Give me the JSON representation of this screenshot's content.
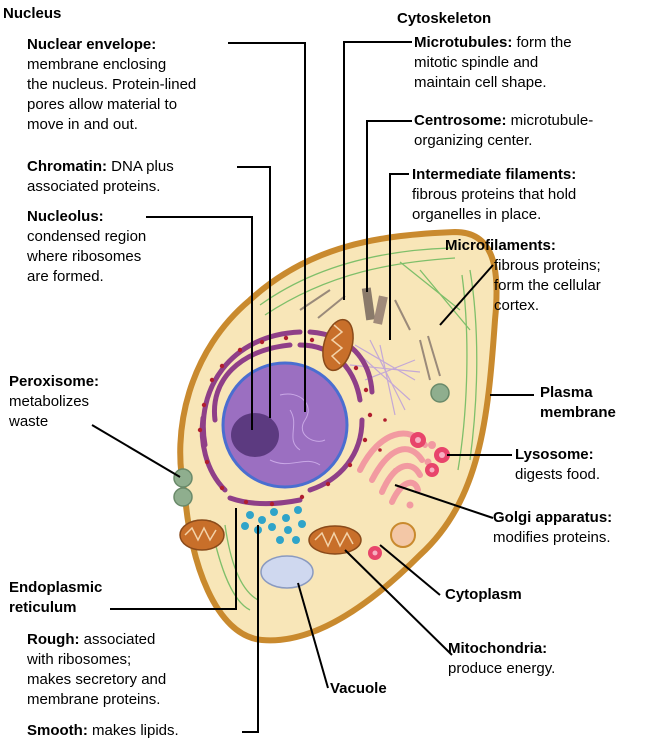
{
  "labels": {
    "nucleus": "Nucleus",
    "nuclear_envelope_term": "Nuclear envelope:",
    "nuclear_envelope_desc_1": "membrane enclosing",
    "nuclear_envelope_desc_2": "the nucleus. Protein-lined",
    "nuclear_envelope_desc_3": "pores allow material to",
    "nuclear_envelope_desc_4": "move in and out.",
    "chromatin_term": "Chromatin:",
    "chromatin_desc_1": " DNA plus",
    "chromatin_desc_2": "associated proteins.",
    "nucleolus_term": "Nucleolus:",
    "nucleolus_desc_1": "condensed region",
    "nucleolus_desc_2": "where ribosomes",
    "nucleolus_desc_3": "are formed.",
    "peroxisome_term": "Peroxisome:",
    "peroxisome_desc_1": "metabolizes",
    "peroxisome_desc_2": "waste",
    "er_term_1": "Endoplasmic",
    "er_term_2": "reticulum",
    "rough_term": "Rough:",
    "rough_desc_1": " associated",
    "rough_desc_2": "with ribosomes;",
    "rough_desc_3": "makes secretory and",
    "rough_desc_4": "membrane proteins.",
    "smooth_term": "Smooth:",
    "smooth_desc": " makes lipids.",
    "vacuole": "Vacuole",
    "cytoskeleton": "Cytoskeleton",
    "microtubules_term": "Microtubules:",
    "microtubules_desc_1": " form the",
    "microtubules_desc_2": "mitotic spindle and",
    "microtubules_desc_3": "maintain cell shape.",
    "centrosome_term": "Centrosome:",
    "centrosome_desc_1": " microtubule-",
    "centrosome_desc_2": "organizing center.",
    "intermediate_term": "Intermediate filaments:",
    "intermediate_desc_1": "fibrous proteins that hold",
    "intermediate_desc_2": "organelles in place.",
    "microfilaments_term": "Microfilaments:",
    "microfilaments_desc_1": "fibrous proteins;",
    "microfilaments_desc_2": "form the cellular",
    "microfilaments_desc_3": "cortex.",
    "plasma_1": "Plasma",
    "plasma_2": "membrane",
    "lysosome_term": "Lysosome:",
    "lysosome_desc": "digests food.",
    "golgi_term": "Golgi apparatus:",
    "golgi_desc": "modifies proteins.",
    "cytoplasm": "Cytoplasm",
    "mito_term": "Mitochondria:",
    "mito_desc": "produce energy."
  },
  "colors": {
    "cell_fill": "#f8e6b8",
    "cell_membrane": "#c98a2e",
    "nucleus_fill": "#9b6fc1",
    "nucleolus_fill": "#5c3a80",
    "rough_er": "#8f3f88",
    "ribosome": "#b01e2e",
    "mitochondria": "#c86f2a",
    "golgi": "#f29aa1",
    "lysosome": "#e8456b",
    "peroxisome": "#8fae8e",
    "vacuole": "#cfd8ef",
    "vesicle": "#2fa4c9",
    "microfilament": "#7fbf6a",
    "intermediate": "#c4a8d6",
    "leader": "#000000"
  }
}
